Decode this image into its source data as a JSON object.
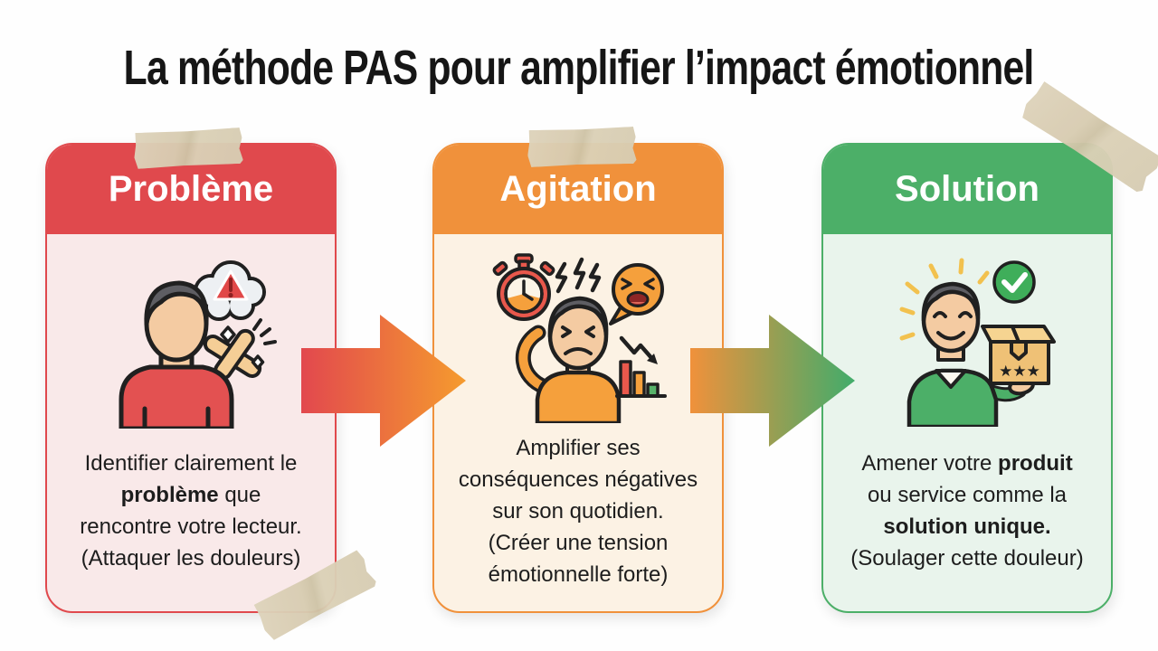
{
  "title": "La méthode PAS pour amplifier l’impact émotionnel",
  "cards": [
    {
      "header": "Problème",
      "header_color": "#E0494D",
      "body_color": "#F9E9E9",
      "icon": "worried-person-warning-thought-icon",
      "body_lines": [
        [
          {
            "t": "Identifier clairement le"
          }
        ],
        [
          {
            "t": "problème",
            "b": true
          },
          {
            "t": " que"
          }
        ],
        [
          {
            "t": "rencontre votre lecteur."
          }
        ],
        [
          {
            "t": "(Attaquer les douleurs)"
          }
        ]
      ]
    },
    {
      "header": "Agitation",
      "header_color": "#F0913B",
      "body_color": "#FCF2E4",
      "icon": "stressed-person-stopwatch-chart-icon",
      "body_lines": [
        [
          {
            "t": "Amplifier ses"
          }
        ],
        [
          {
            "t": "conséquences négatives"
          }
        ],
        [
          {
            "t": "sur son quotidien."
          }
        ],
        [
          {
            "t": "(Créer une tension"
          }
        ],
        [
          {
            "t": "émotionnelle forte)"
          }
        ]
      ]
    },
    {
      "header": "Solution",
      "header_color": "#4CAF68",
      "body_color": "#E9F4EC",
      "icon": "happy-person-product-box-icon",
      "body_lines": [
        [
          {
            "t": "Amener votre "
          },
          {
            "t": "produit",
            "b": true
          }
        ],
        [
          {
            "t": "ou service comme la"
          }
        ],
        [
          {
            "t": "solution unique.",
            "b": true
          }
        ],
        [
          {
            "t": "(Soulager cette douleur)"
          }
        ]
      ]
    }
  ],
  "arrows": [
    {
      "from": "Problème",
      "to": "Agitation",
      "gradient": [
        "#E2484E",
        "#F59B2E"
      ]
    },
    {
      "from": "Agitation",
      "to": "Solution",
      "gradient": [
        "#F0913B",
        "#41AC6B"
      ]
    }
  ],
  "decorations": {
    "tape_color": "#D9CFB6"
  }
}
